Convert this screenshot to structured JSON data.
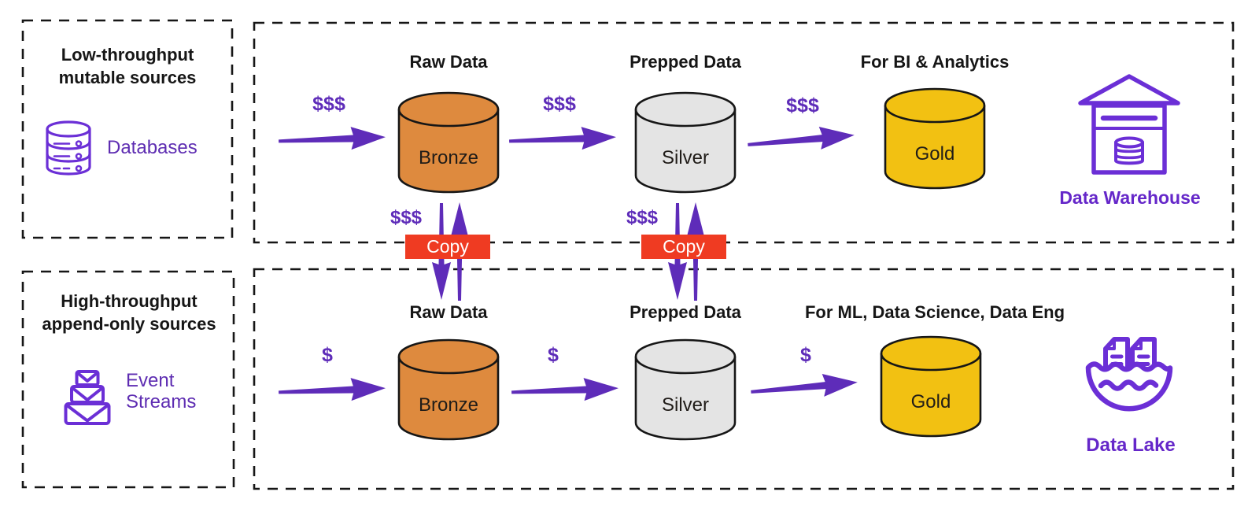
{
  "colors": {
    "arrow": "#5E2CB9",
    "icon": "#6B2FD6",
    "bronze": "#DE8A3E",
    "silver": "#E4E4E4",
    "gold": "#F2C112",
    "copy_red": "#EF3B22",
    "ink": "#161616"
  },
  "panels": {
    "sources_top": {
      "title_line1": "Low-throughput",
      "title_line2": "mutable sources",
      "item_label": "Databases"
    },
    "sources_bottom": {
      "title_line1": "High-throughput",
      "title_line2": "append-only sources",
      "item_label_line1": "Event",
      "item_label_line2": "Streams"
    }
  },
  "warehouse_flow": {
    "stages": [
      {
        "header": "Raw Data",
        "tier": "Bronze"
      },
      {
        "header": "Prepped Data",
        "tier": "Silver"
      },
      {
        "header": "For BI & Analytics",
        "tier": "Gold"
      }
    ],
    "costs": [
      "$$$",
      "$$$",
      "$$$"
    ],
    "destination_label": "Data Warehouse"
  },
  "lake_flow": {
    "stages": [
      {
        "header": "Raw Data",
        "tier": "Bronze"
      },
      {
        "header": "Prepped Data",
        "tier": "Silver"
      },
      {
        "header": "For ML, Data Science, Data Eng",
        "tier": "Gold"
      }
    ],
    "costs": [
      "$",
      "$",
      "$"
    ],
    "destination_label": "Data Lake"
  },
  "copy_links": [
    {
      "label": "Copy",
      "cost": "$$$"
    },
    {
      "label": "Copy",
      "cost": "$$$"
    }
  ]
}
